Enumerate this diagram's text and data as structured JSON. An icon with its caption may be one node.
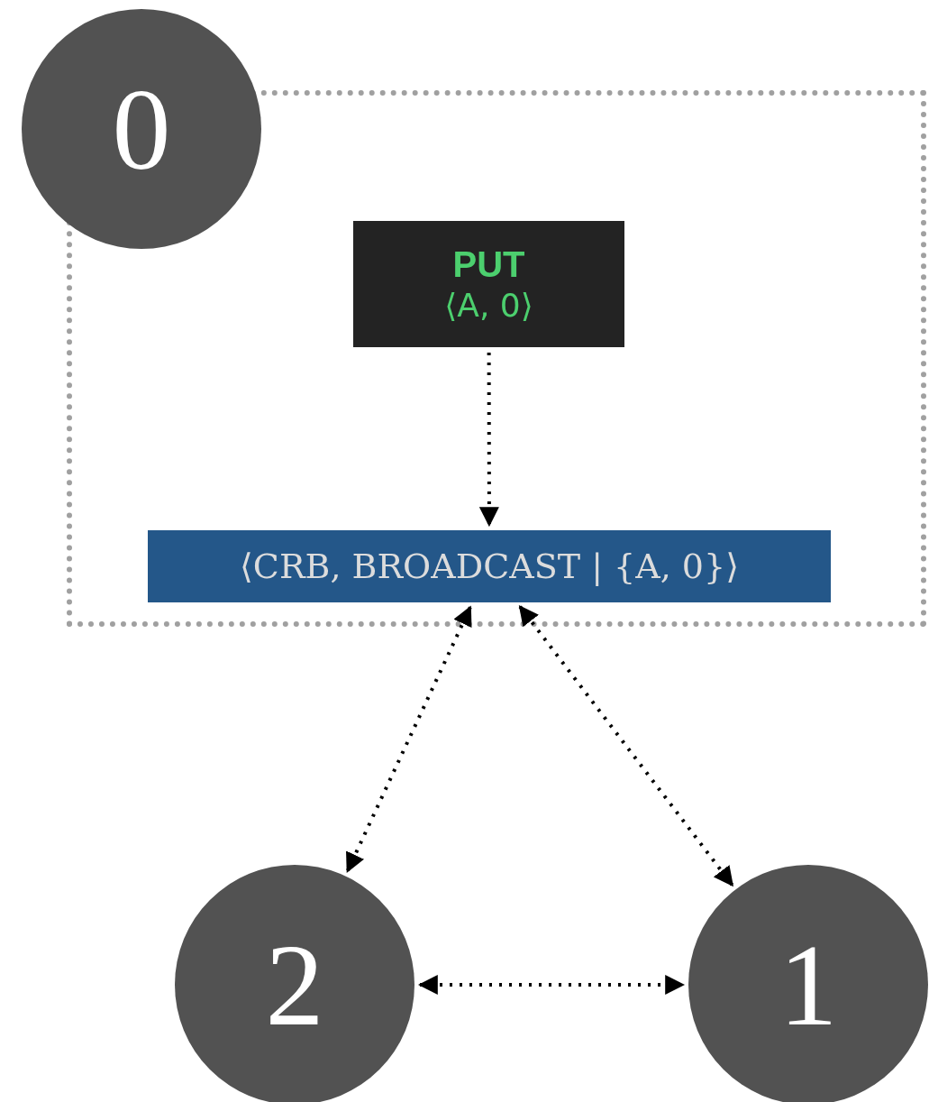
{
  "diagram": {
    "nodes": [
      {
        "text": [
          "0"
        ]
      },
      {
        "text": [],
        "shape": "box"
      },
      {
        "text": [
          "PUT",
          "⟨A, 0⟩"
        ],
        "in": 1
      },
      {
        "text": [
          "⟨CRB, BROADCAST | {A, 0}⟩"
        ],
        "in": 1
      },
      {
        "text": [
          "2"
        ]
      },
      {
        "text": [
          "1"
        ]
      }
    ],
    "edges": [
      {
        "from": 2,
        "to": 3,
        "arrow": "to"
      },
      {
        "from": 3,
        "to": 4,
        "arrow": "both"
      },
      {
        "from": 3,
        "to": 5,
        "arrow": "both"
      },
      {
        "from": 4,
        "to": 5,
        "arrow": "both"
      }
    ]
  }
}
